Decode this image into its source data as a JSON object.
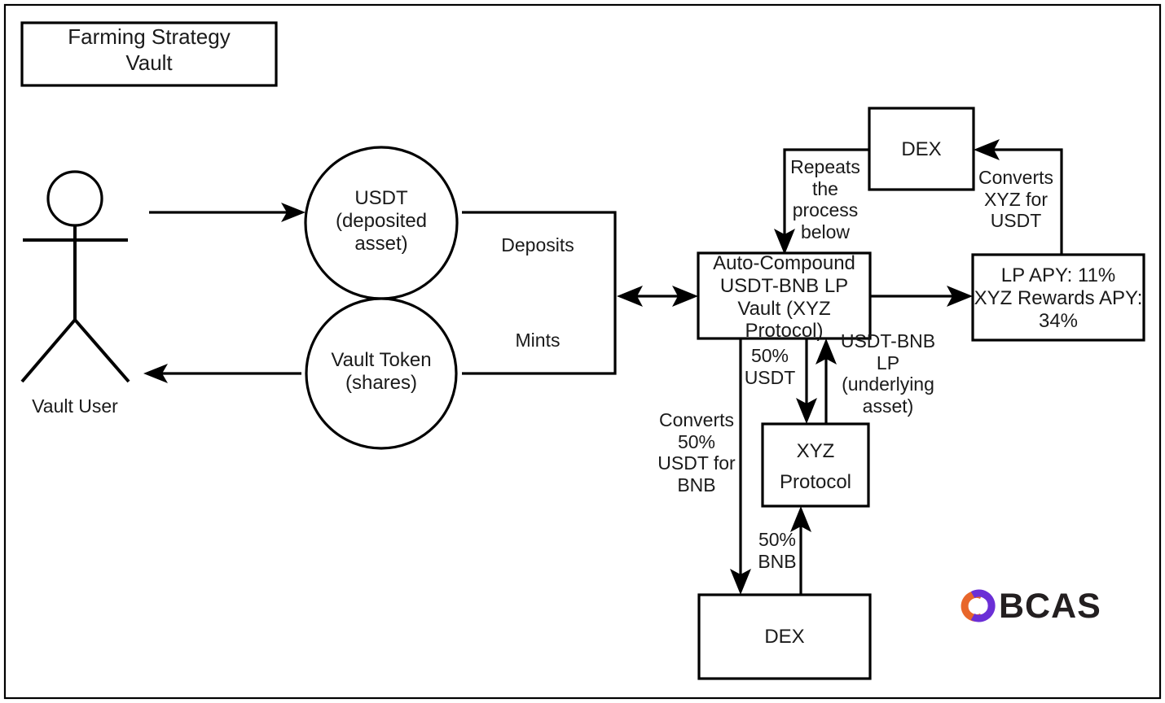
{
  "diagram": {
    "title": "Farming Strategy\nVault",
    "actor": {
      "label": "Vault User",
      "icon": "stick-figure-icon"
    },
    "nodes": {
      "usdt_circle": "USDT\n(deposited\nasset)",
      "vault_token_circle": "Vault Token\n(shares)",
      "vault_box": "Auto-Compound\nUSDT-BNB LP\nVault (XYZ\nProtocol)",
      "dex_top": "DEX",
      "dex_bottom": "DEX",
      "xyz_protocol": "XYZ\nProtocol",
      "apy_box": "LP APY: 11%\nXYZ Rewards APY:\n34%"
    },
    "edges": {
      "deposits": "Deposits",
      "mints": "Mints",
      "repeats": "Repeats\nthe\nprocess\nbelow",
      "converts_xyz_for_usdt": "Converts\nXYZ for\nUSDT",
      "fifty_usdt": "50%\nUSDT",
      "converts_fifty_usdt_for_bnb": "Converts\n50%\nUSDT for\nBNB",
      "usdt_bnb_lp_underlying": "USDT-BNB\nLP\n(underlying\nasset)",
      "fifty_bnb": "50%\nBNB"
    },
    "metrics": {
      "lp_apy": "11%",
      "xyz_rewards_apy": "34%"
    },
    "logo": {
      "text": "BCAS",
      "mark_colors": {
        "orange": "#E8662A",
        "purple": "#6B2FD6"
      }
    },
    "colors": {
      "stroke": "#000000",
      "background": "#ffffff",
      "text": "#1a1a1a"
    }
  }
}
